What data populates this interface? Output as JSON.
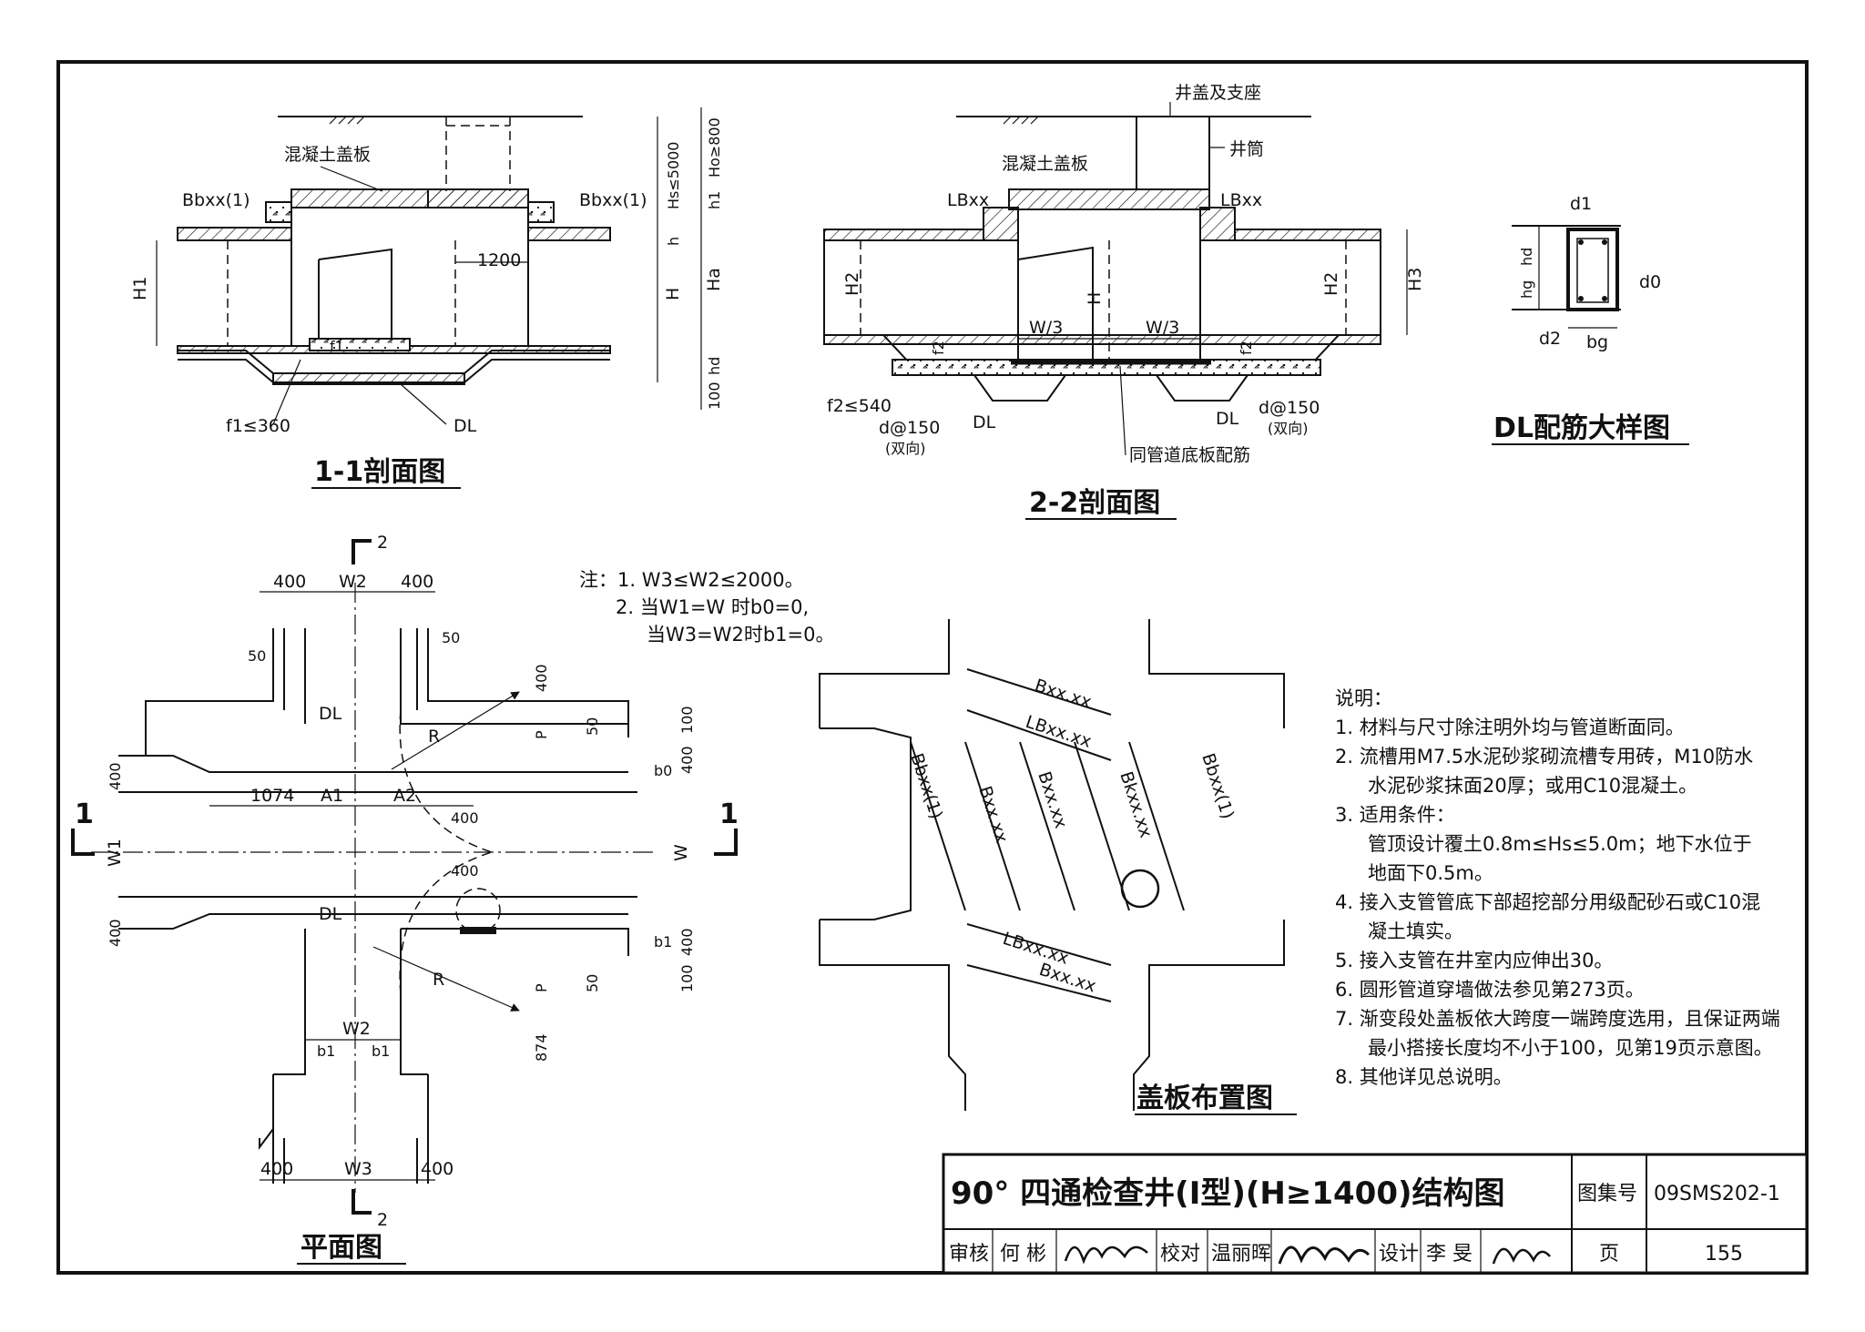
{
  "section_1_1": {
    "title": "1-1剖面图",
    "labels": {
      "slab": "混凝土盖板",
      "left_beam": "Bbxx(1)",
      "right_beam": "Bbxx(1)",
      "width": "1200",
      "h1_left": "H1",
      "f1": "f1≤360",
      "f1_small": "f1",
      "dl": "DL",
      "dim_hs": "Hs≤5000",
      "dim_ho": "Ho≥800",
      "dim_h1": "h1",
      "dim_h": "h",
      "dim_H": "H",
      "dim_Ha": "Ha",
      "dim_hd": "hd",
      "dim_100": "100"
    }
  },
  "section_2_2": {
    "title": "2-2剖面图",
    "labels": {
      "cover": "井盖及支座",
      "shaft": "井筒",
      "slab": "混凝土盖板",
      "lb_left": "LBxx",
      "lb_right": "LBxx",
      "h2_left": "H2",
      "h2_right": "H2",
      "h3": "H3",
      "H": "H",
      "w3_left": "W/3",
      "w3_right": "W/3",
      "f2_left": "f2",
      "f2_right": "f2",
      "f2_limit": "f2≤540",
      "d150_left": "d@150",
      "d150_right": "d@150",
      "two_way_left": "(双向)",
      "two_way_right": "(双向)",
      "dl_left": "DL",
      "dl_right": "DL",
      "same_rebar": "同管道底板配筋"
    }
  },
  "dl_detail": {
    "title": "DL配筋大样图",
    "labels": {
      "d1": "d1",
      "hd": "hd",
      "hg": "hg",
      "d0": "d0",
      "d2": "d2",
      "bg": "bg"
    }
  },
  "plan": {
    "title": "平面图",
    "labels": {
      "sec2_top": "2",
      "sec2_bottom": "2",
      "sec1_left": "1",
      "sec1_right": "1",
      "d400_tl": "400",
      "w2_top": "W2",
      "d400_tr": "400",
      "d50_l": "50",
      "d50_r": "50",
      "dl_top": "DL",
      "dl_bottom": "DL",
      "r_top": "R",
      "r_bottom": "R",
      "p_top": "P",
      "p_bottom": "P",
      "d400_rt": "400",
      "d50_rt": "50",
      "d100_rt": "100",
      "b0": "b0",
      "d400_r1": "400",
      "d400_l1": "400",
      "d1074": "1074",
      "a1": "A1",
      "a2": "A2",
      "d400_mid": "400",
      "w1": "W1",
      "w": "W",
      "d400_mid2": "400",
      "d400_l2": "400",
      "b1_right": "b1",
      "d400_r2": "400",
      "d100_r2": "100",
      "d50_rb": "50",
      "w2_bottom": "W2",
      "b1_a": "b1",
      "b1_b": "b1",
      "d874": "874",
      "d400_bl": "400",
      "w3": "W3",
      "d400_br": "400"
    }
  },
  "plan_notes": {
    "lines": [
      "注：1. W3≤W2≤2000。",
      "2. 当W1=W 时b0=0,",
      "当W3=W2时b1=0。"
    ]
  },
  "cover_layout": {
    "title": "盖板布置图",
    "labels": {
      "bxx_top": "Bxx.xx",
      "lbxx_top": "LBxx.xx",
      "bbxx_left": "Bbxx(1)",
      "bxx_a": "Bxx.xx",
      "bxx_b": "Bxx.xx",
      "bkxx": "Bkxx.xx",
      "bbxx_right": "Bbxx(1)",
      "lbxx_bottom": "LBxx.xx",
      "bxx_bottom": "Bxx.xx"
    }
  },
  "notes": {
    "heading": "说明：",
    "items": [
      "1. 材料与尺寸除注明外均与管道断面同。",
      "2. 流槽用M7.5水泥砂浆砌流槽专用砖，M10防水",
      "水泥砂浆抹面20厚；或用C10混凝土。",
      "3. 适用条件：",
      "管顶设计覆土0.8m≤Hs≤5.0m；地下水位于",
      "地面下0.5m。",
      "4. 接入支管管底下部超挖部分用级配砂石或C10混",
      "凝土填实。",
      "5. 接入支管在井室内应伸出30。",
      "6. 圆形管道穿墙做法参见第273页。",
      "7. 渐变段处盖板依大跨度一端跨度选用，且保证两端",
      "最小搭接长度均不小于100，见第19页示意图。",
      "8. 其他详见总说明。"
    ]
  },
  "title_block": {
    "title": "90° 四通检查井(I型)(H≥1400)结构图",
    "atlas_label": "图集号",
    "atlas_no": "09SMS202-1",
    "review_label": "审核",
    "reviewer": "何 彬",
    "check_label": "校对",
    "checker": "温丽晖",
    "design_label": "设计",
    "designer": "李 旻",
    "page_label": "页",
    "page_no": "155"
  }
}
